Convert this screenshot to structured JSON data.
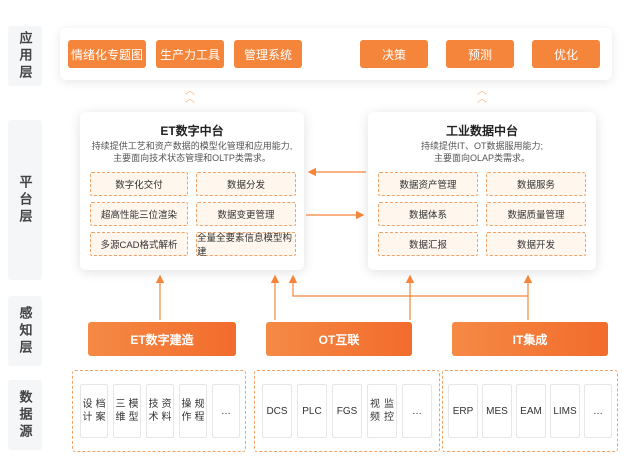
{
  "layers": {
    "application": "应用层",
    "platform": "平台层",
    "perception": "感知层",
    "data_source": "数据源"
  },
  "apps": [
    "情绪化专题图",
    "生产力工具",
    "管理系统",
    "决策",
    "预测",
    "优化"
  ],
  "et_panel": {
    "title": "ET数字中台",
    "desc_line1": "持续提供工艺和资产数据的模型化管理和应用能力,",
    "desc_line2": "主要面向技术状态管理和OLTP类需求。",
    "cells": [
      "数字化交付",
      "数据分发",
      "超高性能三位渲染",
      "数据变更管理",
      "多源CAD格式解析",
      "全量全要素信息模型构建"
    ]
  },
  "industrial_panel": {
    "title": "工业数据中台",
    "desc_line1": "持续提供IT、OT数据服用能力;",
    "desc_line2": "主要面向OLAP类需求。",
    "cells": [
      "数据资产管理",
      "数据服务",
      "数据体系",
      "数据质量管理",
      "数据汇报",
      "数据开发"
    ]
  },
  "perception": [
    "ET数字建造",
    "OT互联",
    "IT集成"
  ],
  "sources": {
    "group1": [
      "设计档案",
      "三维模型",
      "技术资料",
      "操作规程",
      "…"
    ],
    "group2": [
      "DCS",
      "PLC",
      "FGS",
      "视频监控",
      "…"
    ],
    "group3": [
      "ERP",
      "MES",
      "EAM",
      "LIMS",
      "…"
    ]
  },
  "colors": {
    "accent": "#f5853a",
    "accent_dark": "#f26b2c",
    "dashed": "#f0a266"
  }
}
